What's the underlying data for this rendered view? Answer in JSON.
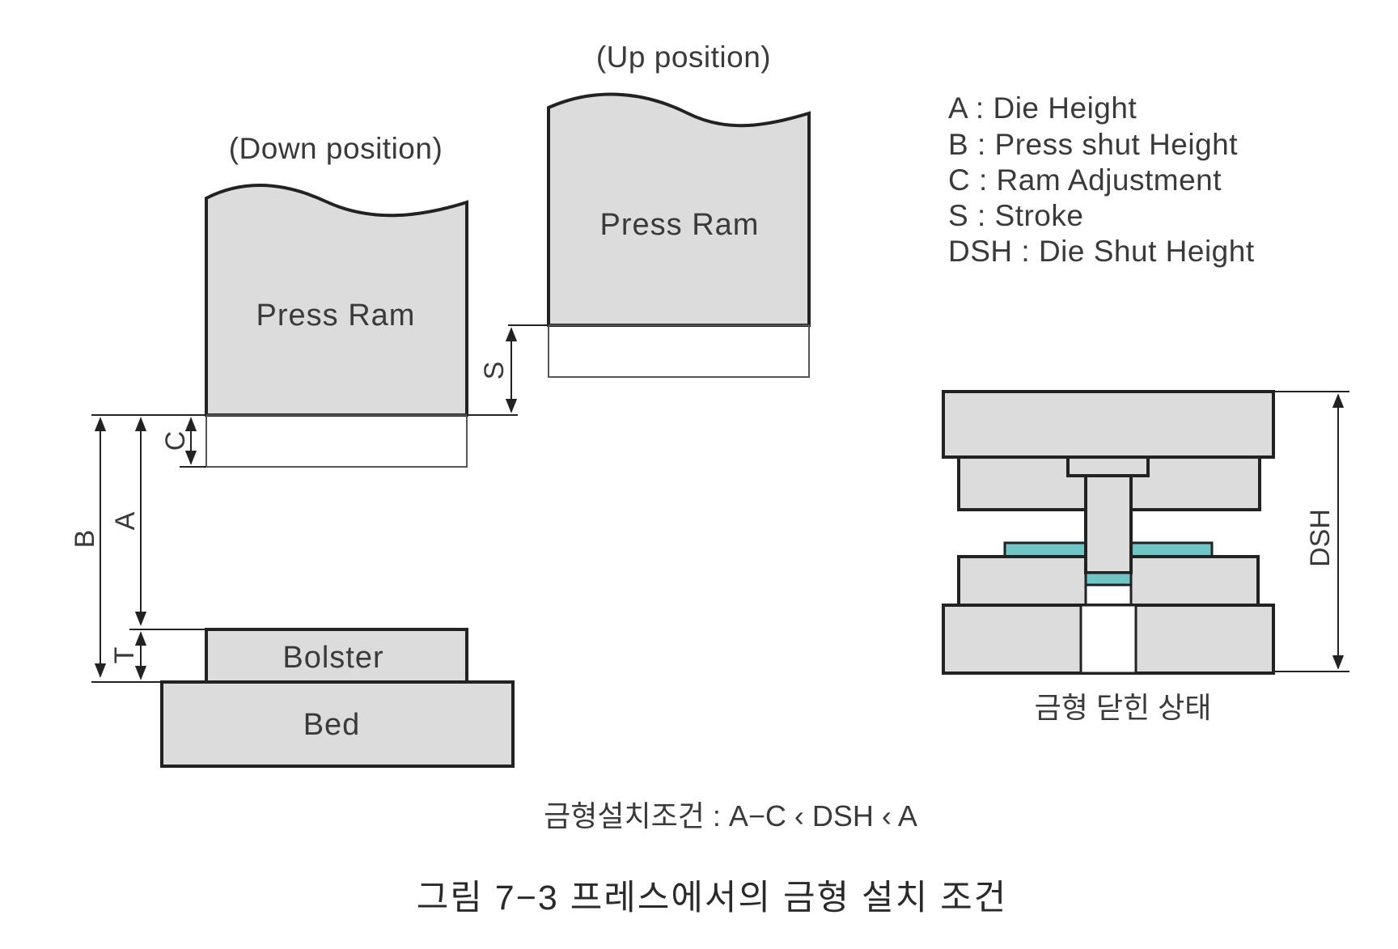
{
  "labels": {
    "up_position": "(Up position)",
    "down_position": "(Down position)",
    "press_ram_up": "Press Ram",
    "press_ram_down": "Press Ram",
    "bolster": "Bolster",
    "bed": "Bed"
  },
  "dimensions": {
    "s": "S",
    "c": "C",
    "a": "A",
    "b": "B",
    "t": "T",
    "dsh": "DSH"
  },
  "legend": [
    "A : Die Height",
    "B : Press shut Height",
    "C : Ram Adjustment",
    "S : Stroke",
    "DSH : Die Shut Height"
  ],
  "die_caption": "금형 닫힌 상태",
  "condition": "금형설치조건 : A−C ‹ DSH ‹ A",
  "figure_title": "그림 7−3  프레스에서의 금형 설치 조건",
  "colors": {
    "block_fill": "#dcdcdc",
    "plate_teal": "#6fc6c6",
    "outline": "#222222"
  }
}
